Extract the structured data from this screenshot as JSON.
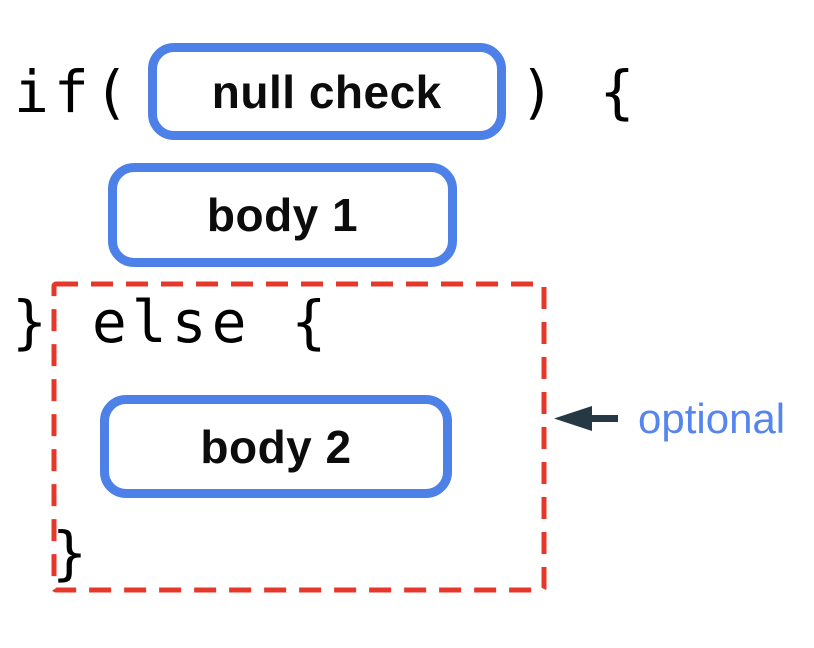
{
  "code": {
    "if_open": "if(",
    "if_close": ") {",
    "else_line": "} else {",
    "close_brace": "}"
  },
  "slots": {
    "condition": "null check",
    "body1": "body 1",
    "body2": "body 2"
  },
  "annotation": {
    "optional_label": "optional",
    "arrow_icon": "left-arrow"
  },
  "colors": {
    "slot_border": "#4e81e8",
    "region_border": "#e5382b",
    "annotation_text": "#5585ee",
    "arrow_fill": "#273845",
    "code_text": "#000000"
  }
}
